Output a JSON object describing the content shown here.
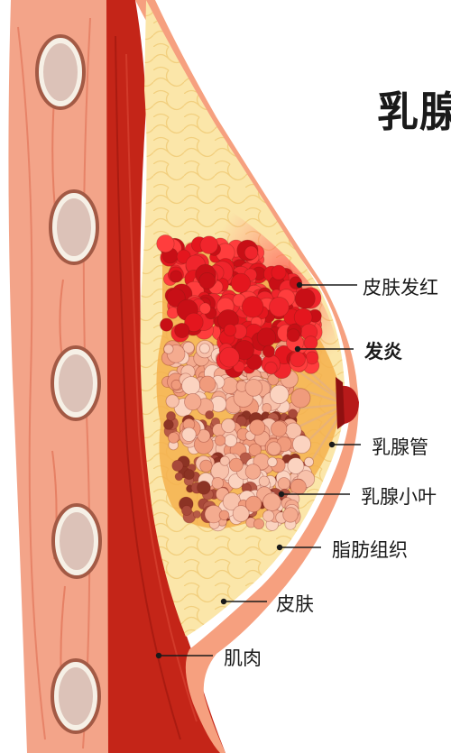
{
  "title": "乳腺",
  "labels": {
    "skin_redness": "皮肤发红",
    "inflammation": "发炎",
    "milk_duct": "乳腺管",
    "lobule": "乳腺小叶",
    "fat_tissue": "脂肪组织",
    "skin": "皮肤",
    "muscle": "肌肉"
  },
  "colors": {
    "muscle_outer": "#f4a58a",
    "muscle_inner": "#c8261a",
    "fat": "#fbe7ad",
    "inflamed": "#e31b23",
    "lobule": "#f6b59e",
    "lobule_dark": "#9a3b2e",
    "nipple": "#b01a1a"
  }
}
